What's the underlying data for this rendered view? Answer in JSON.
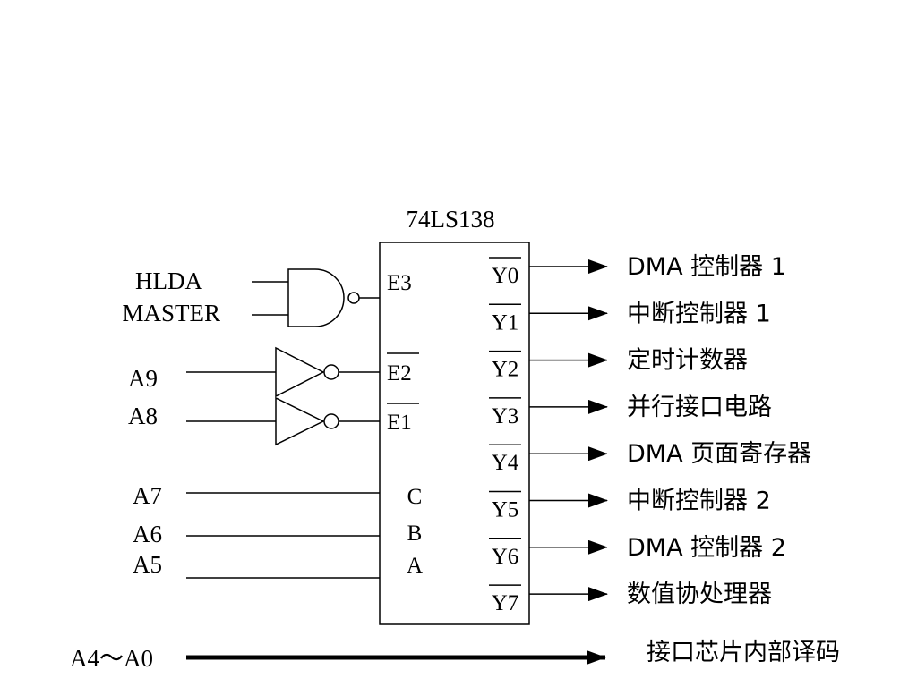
{
  "chip": {
    "title": "74LS138",
    "enable_pins": [
      "E3",
      "E2",
      "E1"
    ],
    "select_pins": [
      "C",
      "B",
      "A"
    ],
    "outputs": [
      "Y0",
      "Y1",
      "Y2",
      "Y3",
      "Y4",
      "Y5",
      "Y6",
      "Y7"
    ]
  },
  "inputs": {
    "and_gate": [
      "HLDA",
      "MASTER"
    ],
    "inverters": [
      "A9",
      "A8"
    ],
    "address": [
      "A7",
      "A6",
      "A5"
    ],
    "bus": "A4～A0"
  },
  "output_targets": [
    "DMA 控制器 1",
    "中断控制器 1",
    "定时计数器",
    "并行接口电路",
    "DMA 页面寄存器",
    "中断控制器 2",
    "DMA 控制器 2",
    "数值协处理器"
  ],
  "bus_target": "接口芯片内部译码"
}
